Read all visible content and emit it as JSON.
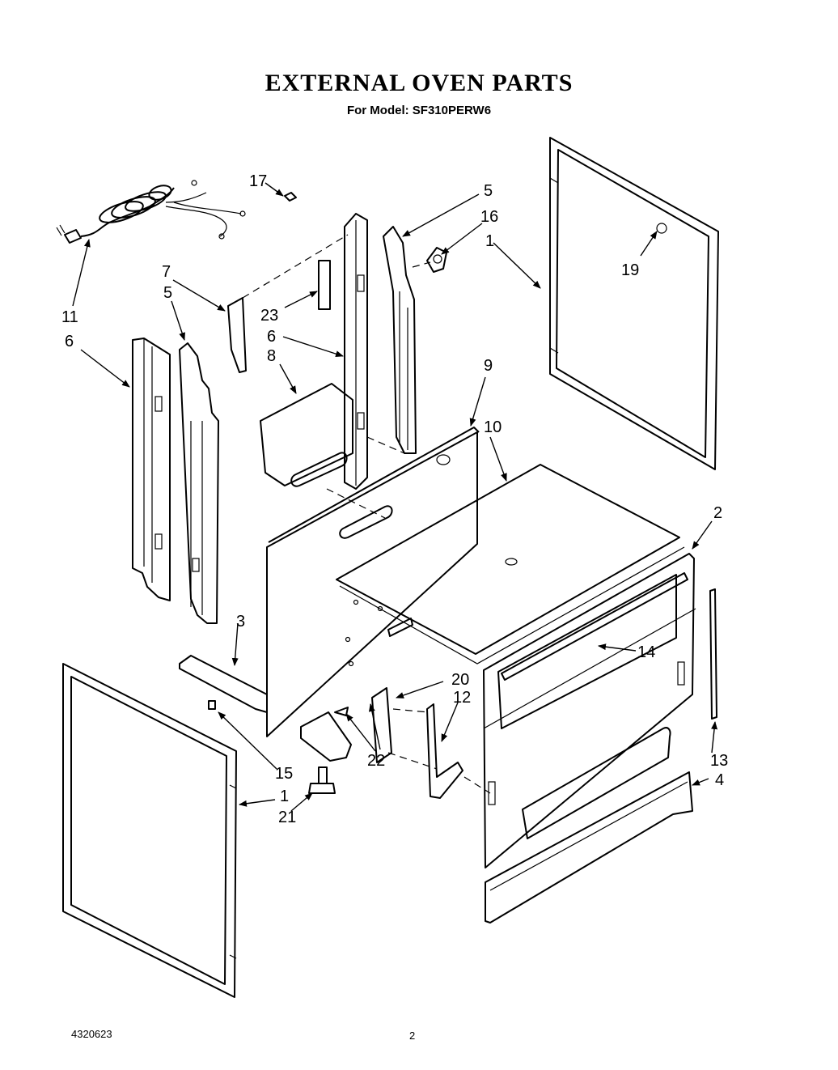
{
  "header": {
    "title": "EXTERNAL OVEN PARTS",
    "subtitle": "For Model: SF310PERW6"
  },
  "callouts": {
    "c1a": "1",
    "c1b": "1",
    "c2": "2",
    "c3": "3",
    "c4": "4",
    "c5a": "5",
    "c5b": "5",
    "c6a": "6",
    "c6b": "6",
    "c7": "7",
    "c8": "8",
    "c9": "9",
    "c10": "10",
    "c11": "11",
    "c12": "12",
    "c13": "13",
    "c14": "14",
    "c15": "15",
    "c16": "16",
    "c17": "17",
    "c19": "19",
    "c20": "20",
    "c21": "21",
    "c22": "22",
    "c23": "23"
  },
  "footer": {
    "doc_number": "4320623",
    "page_number": "2"
  }
}
